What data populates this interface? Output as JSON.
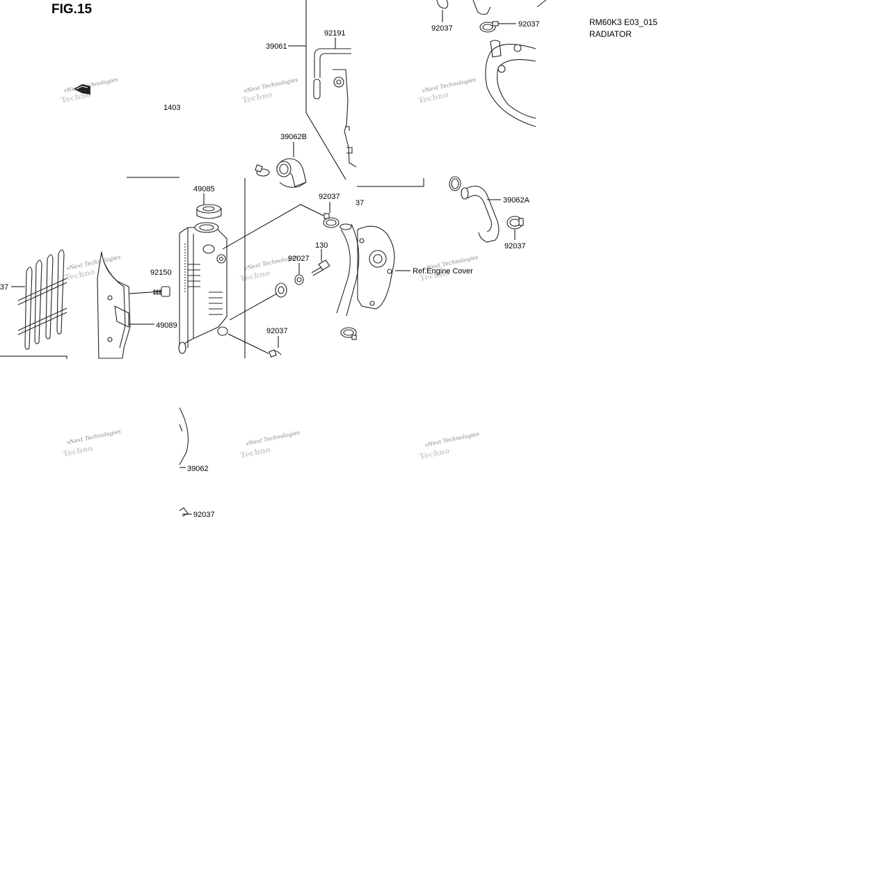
{
  "figure": {
    "title": "FIG.15"
  },
  "meta": {
    "code": "RM60K3 E03_015",
    "name": "RADIATOR"
  },
  "watermark": {
    "line1": "vNext Technologies",
    "line2": "Techno"
  },
  "labels": {
    "p39061": "39061",
    "p92191": "92191",
    "p92037_top": "92037",
    "p92037_tr": "92037",
    "p1403": "1403",
    "p39062B": "39062B",
    "p49085": "49085",
    "p92037_mid": "92037",
    "p37_partial": "37",
    "p39062A": "39062A",
    "p92037_right": "92037",
    "p130": "130",
    "p92027": "92027",
    "p92037_left": "37",
    "p92150": "92150",
    "p49089": "49089",
    "p92037_low": "92037",
    "p39062": "39062",
    "p92037_bottom": "92037",
    "ref_engine_cover": "Ref.Engine Cover"
  }
}
